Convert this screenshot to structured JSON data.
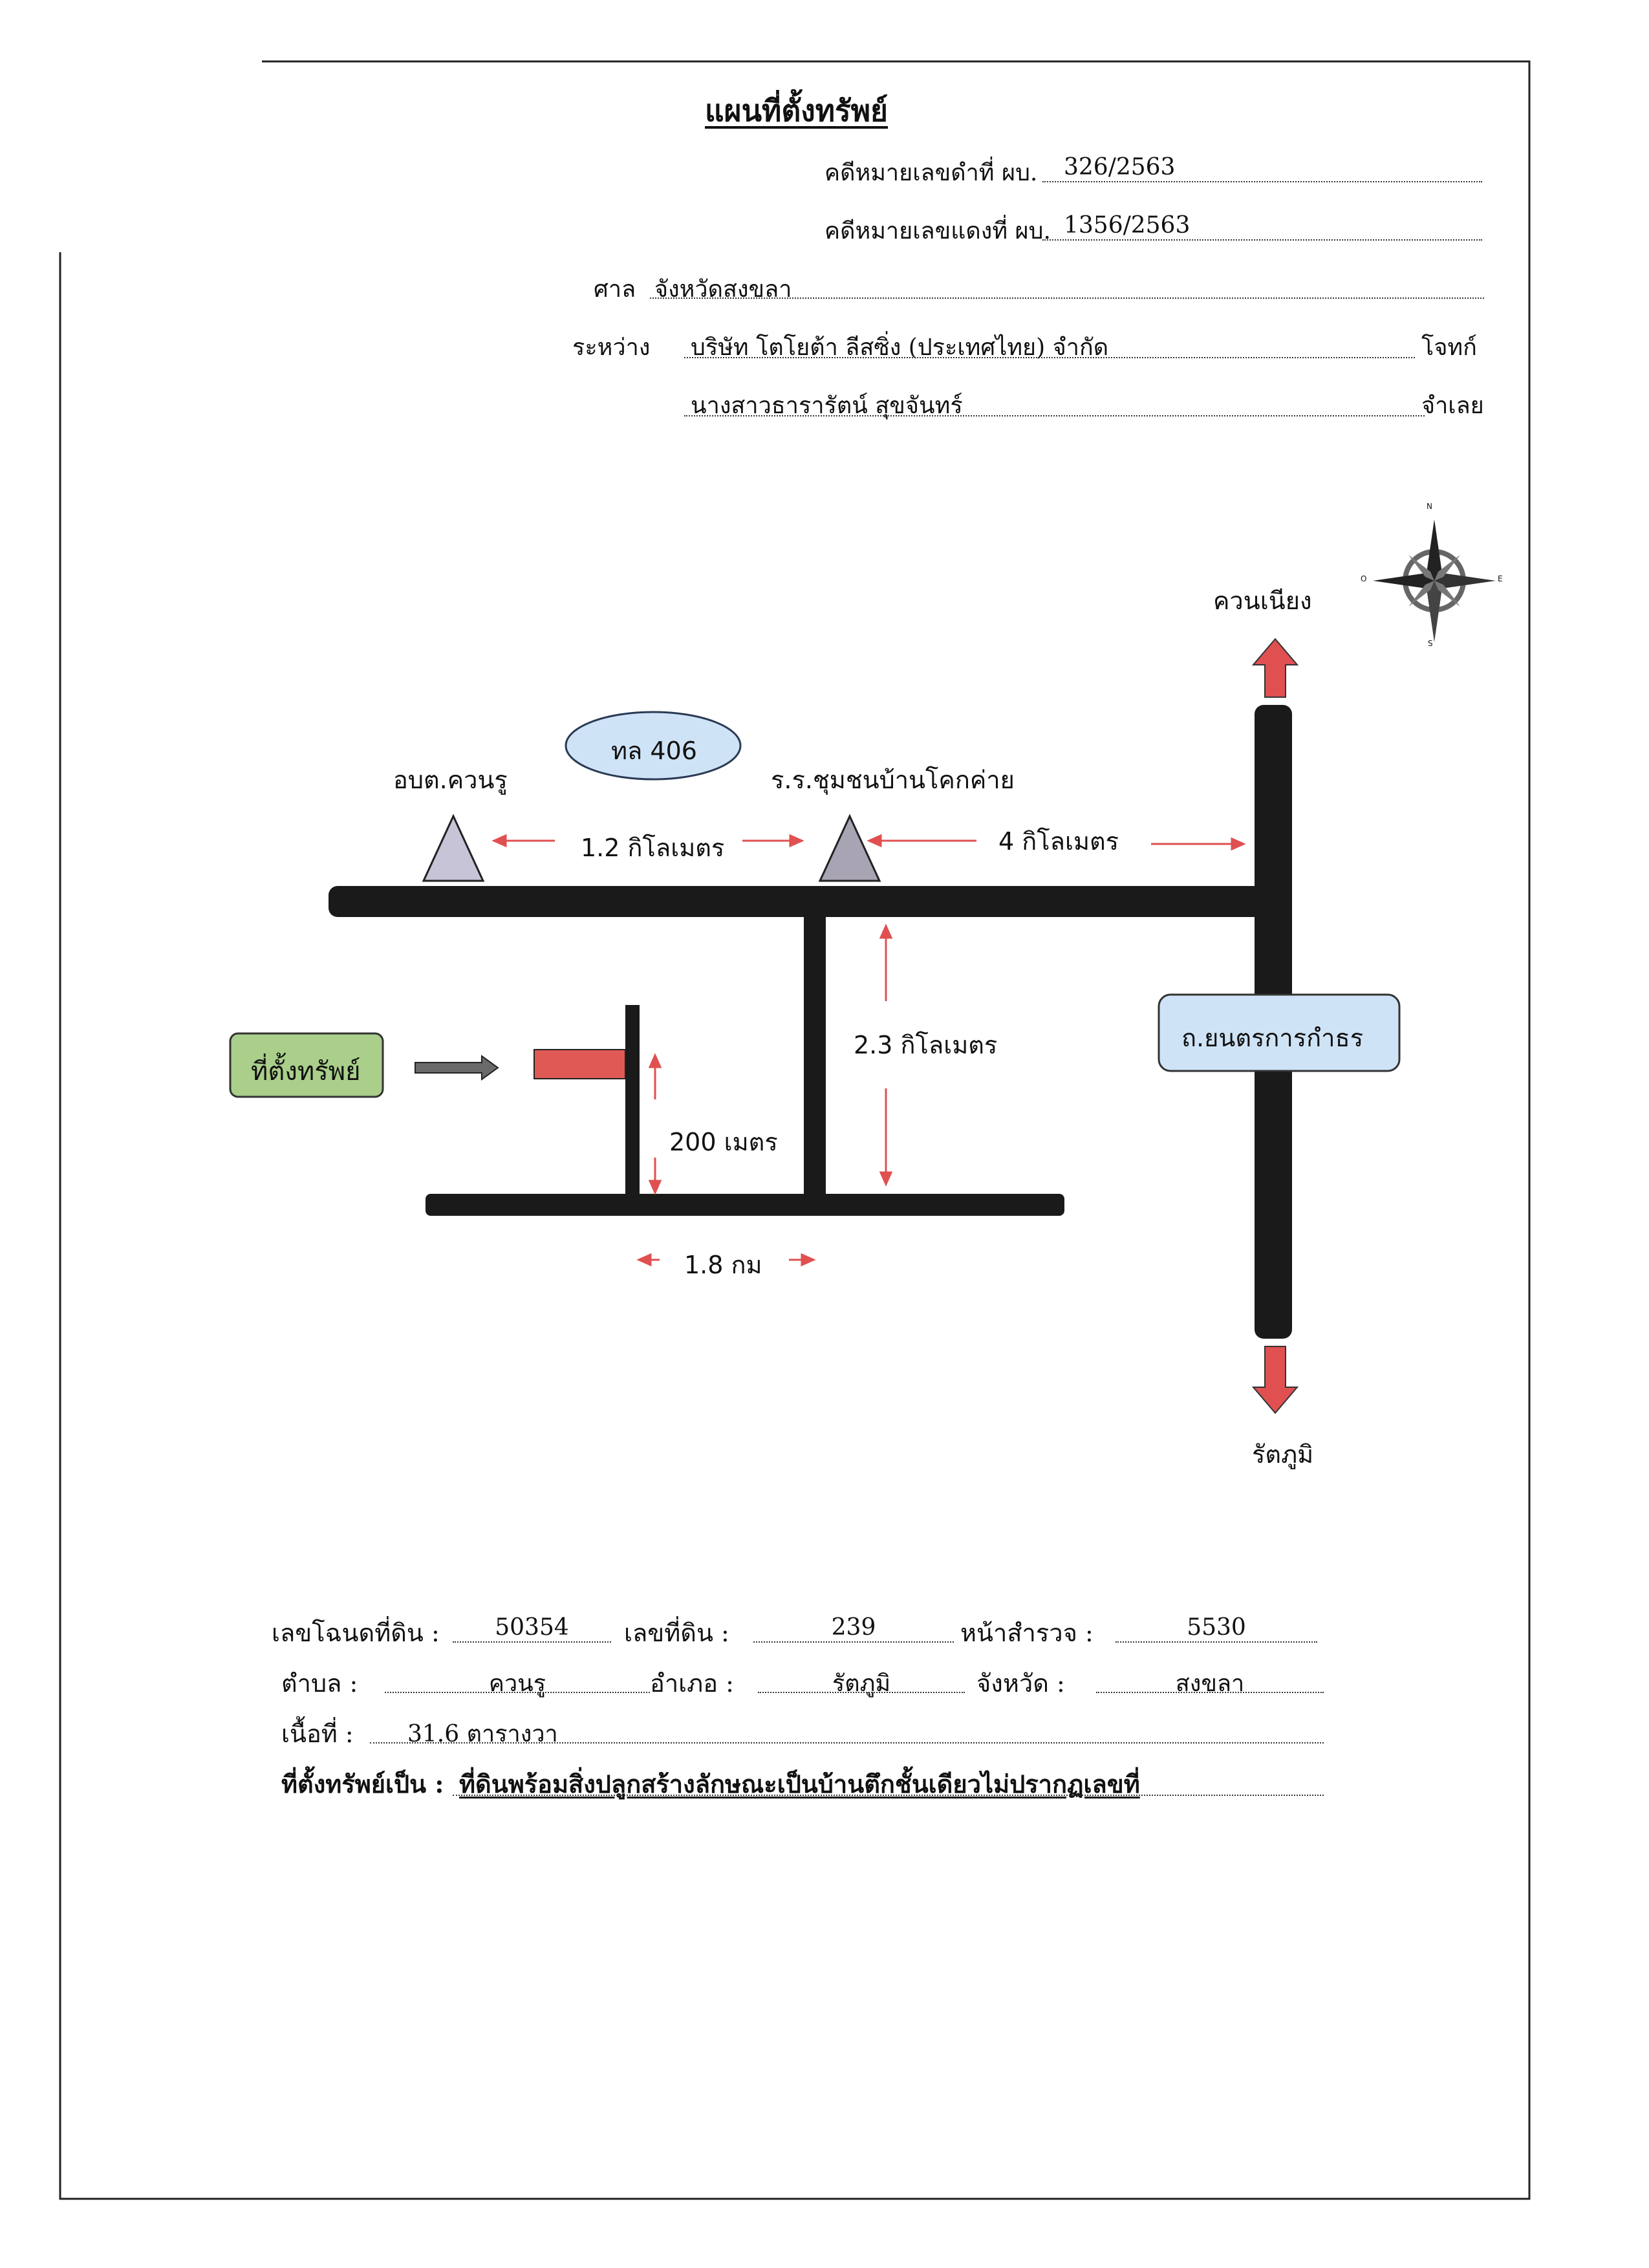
{
  "header": {
    "title": "แผนที่ตั้งทรัพย์",
    "black_case_label": "คดีหมายเลขดำที่ ผบ.",
    "black_case_value": "326/2563",
    "red_case_label": "คดีหมายเลขแดงที่ ผบ.",
    "red_case_value": "1356/2563",
    "court_label": "ศาล",
    "court_value": "จังหวัดสงขลา",
    "between_label": "ระหว่าง",
    "plaintiff_value": "บริษัท โตโยต้า ลีสซิ่ง (ประเทศไทย) จำกัด",
    "plaintiff_role": "โจทก์",
    "defendant_value": "นางสาวธารารัตน์ สุขจันทร์",
    "defendant_role": "จำเลย"
  },
  "map": {
    "compass": {
      "n": "N",
      "s": "S",
      "e": "E",
      "w": "O"
    },
    "north_destination": "ควนเนียง",
    "south_destination": "รัตภูมิ",
    "highway_badge": "ทล 406",
    "landmark_left": "อบต.ควนรู",
    "landmark_right": "ร.ร.ชุมชนบ้านโคกค่าย",
    "dist_between_landmarks": "1.2 กิโลเมตร",
    "dist_to_junction": "4 กิโลเมตร",
    "dist_vertical_road": "2.3 กิโลเมตร",
    "dist_to_property": "200 เมตร",
    "dist_lower_road": "1.8 กม",
    "road_name": "ถ.ยนตรการกำธร",
    "property_label": "ที่ตั้งทรัพย์",
    "colors": {
      "road": "#1a1a1a",
      "arrow_red": "#e05050",
      "triangle": "#c8c4d8",
      "badge_blue": "#cfe3f6",
      "property_green": "#a9cf8a",
      "flag_red": "#e05a55"
    }
  },
  "details": {
    "deed_no_label": "เลขโฉนดที่ดิน :",
    "deed_no_value": "50354",
    "land_no_label": "เลขที่ดิน :",
    "land_no_value": "239",
    "survey_page_label": "หน้าสำรวจ :",
    "survey_page_value": "5530",
    "subdistrict_label": "ตำบล :",
    "subdistrict_value": "ควนรู",
    "district_label": "อำเภอ :",
    "district_value": "รัตภูมิ",
    "province_label": "จังหวัด :",
    "province_value": "สงขลา",
    "area_label": "เนื้อที่ :",
    "area_value": "31.6 ตารางวา",
    "property_type_label": "ที่ตั้งทรัพย์เป็น :",
    "property_type_value": "ที่ดินพร้อมสิ่งปลูกสร้างลักษณะเป็นบ้านตึกชั้นเดียวไม่ปรากฏเลขที่"
  }
}
